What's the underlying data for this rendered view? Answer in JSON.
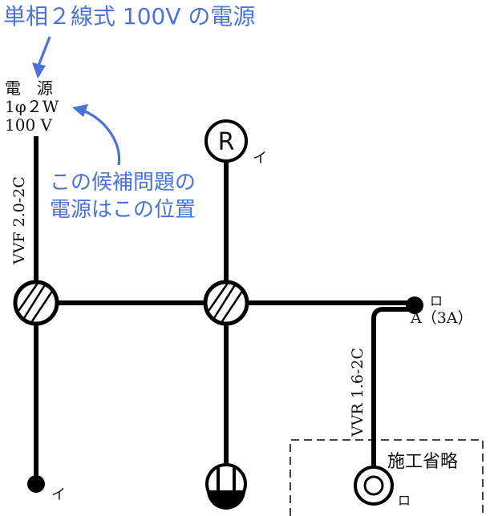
{
  "annotations": {
    "top_title": "単相２線式 100V の電源",
    "callout_line1": "この候補問題の",
    "callout_line2": "電源はこの位置"
  },
  "power_source": {
    "line1": "電　源",
    "line2": "1φ２W",
    "line3": "100 V"
  },
  "cables": {
    "main_cable": "VVF 2.0-2C",
    "branch_cable": "VVR 1.6-2C"
  },
  "fixtures": {
    "receptacle_letter": "R",
    "receptacle_tag": "イ",
    "lamp_left_tag": "イ",
    "switch_tag": "ロ",
    "switch_rating": "A（3A）",
    "pilot_tag": "ロ",
    "omitted_label": "施工省略"
  },
  "colors": {
    "annotation_blue": "#4a72d8",
    "wire_black": "#000000"
  }
}
